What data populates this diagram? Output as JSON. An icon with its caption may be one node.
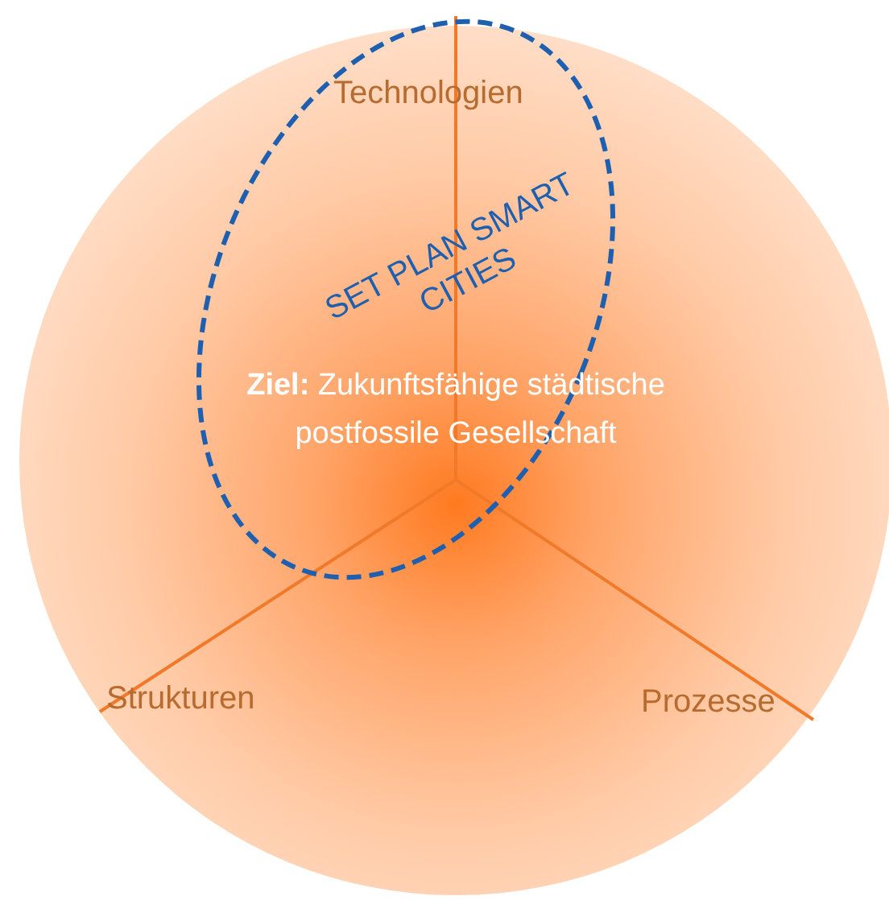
{
  "diagram": {
    "nodes": [
      {
        "text": [
          "SET PLAN SMART CITIES"
        ]
      }
    ],
    "labels": [
      "Technologien",
      "**Ziel:** Zukunftsfähige städtische postfossile Gesellschaft",
      "Strukturen",
      "Prozesse"
    ]
  }
}
